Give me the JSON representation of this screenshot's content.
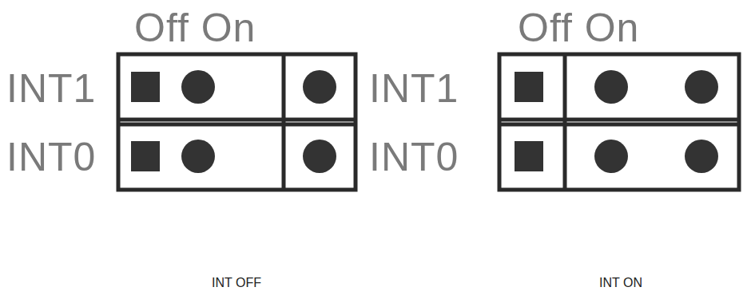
{
  "diagram": {
    "labels": [
      "Off On",
      "Off On",
      "INT1",
      "INT0",
      "INT1",
      "INT0",
      "INT OFF",
      "INT ON"
    ]
  }
}
